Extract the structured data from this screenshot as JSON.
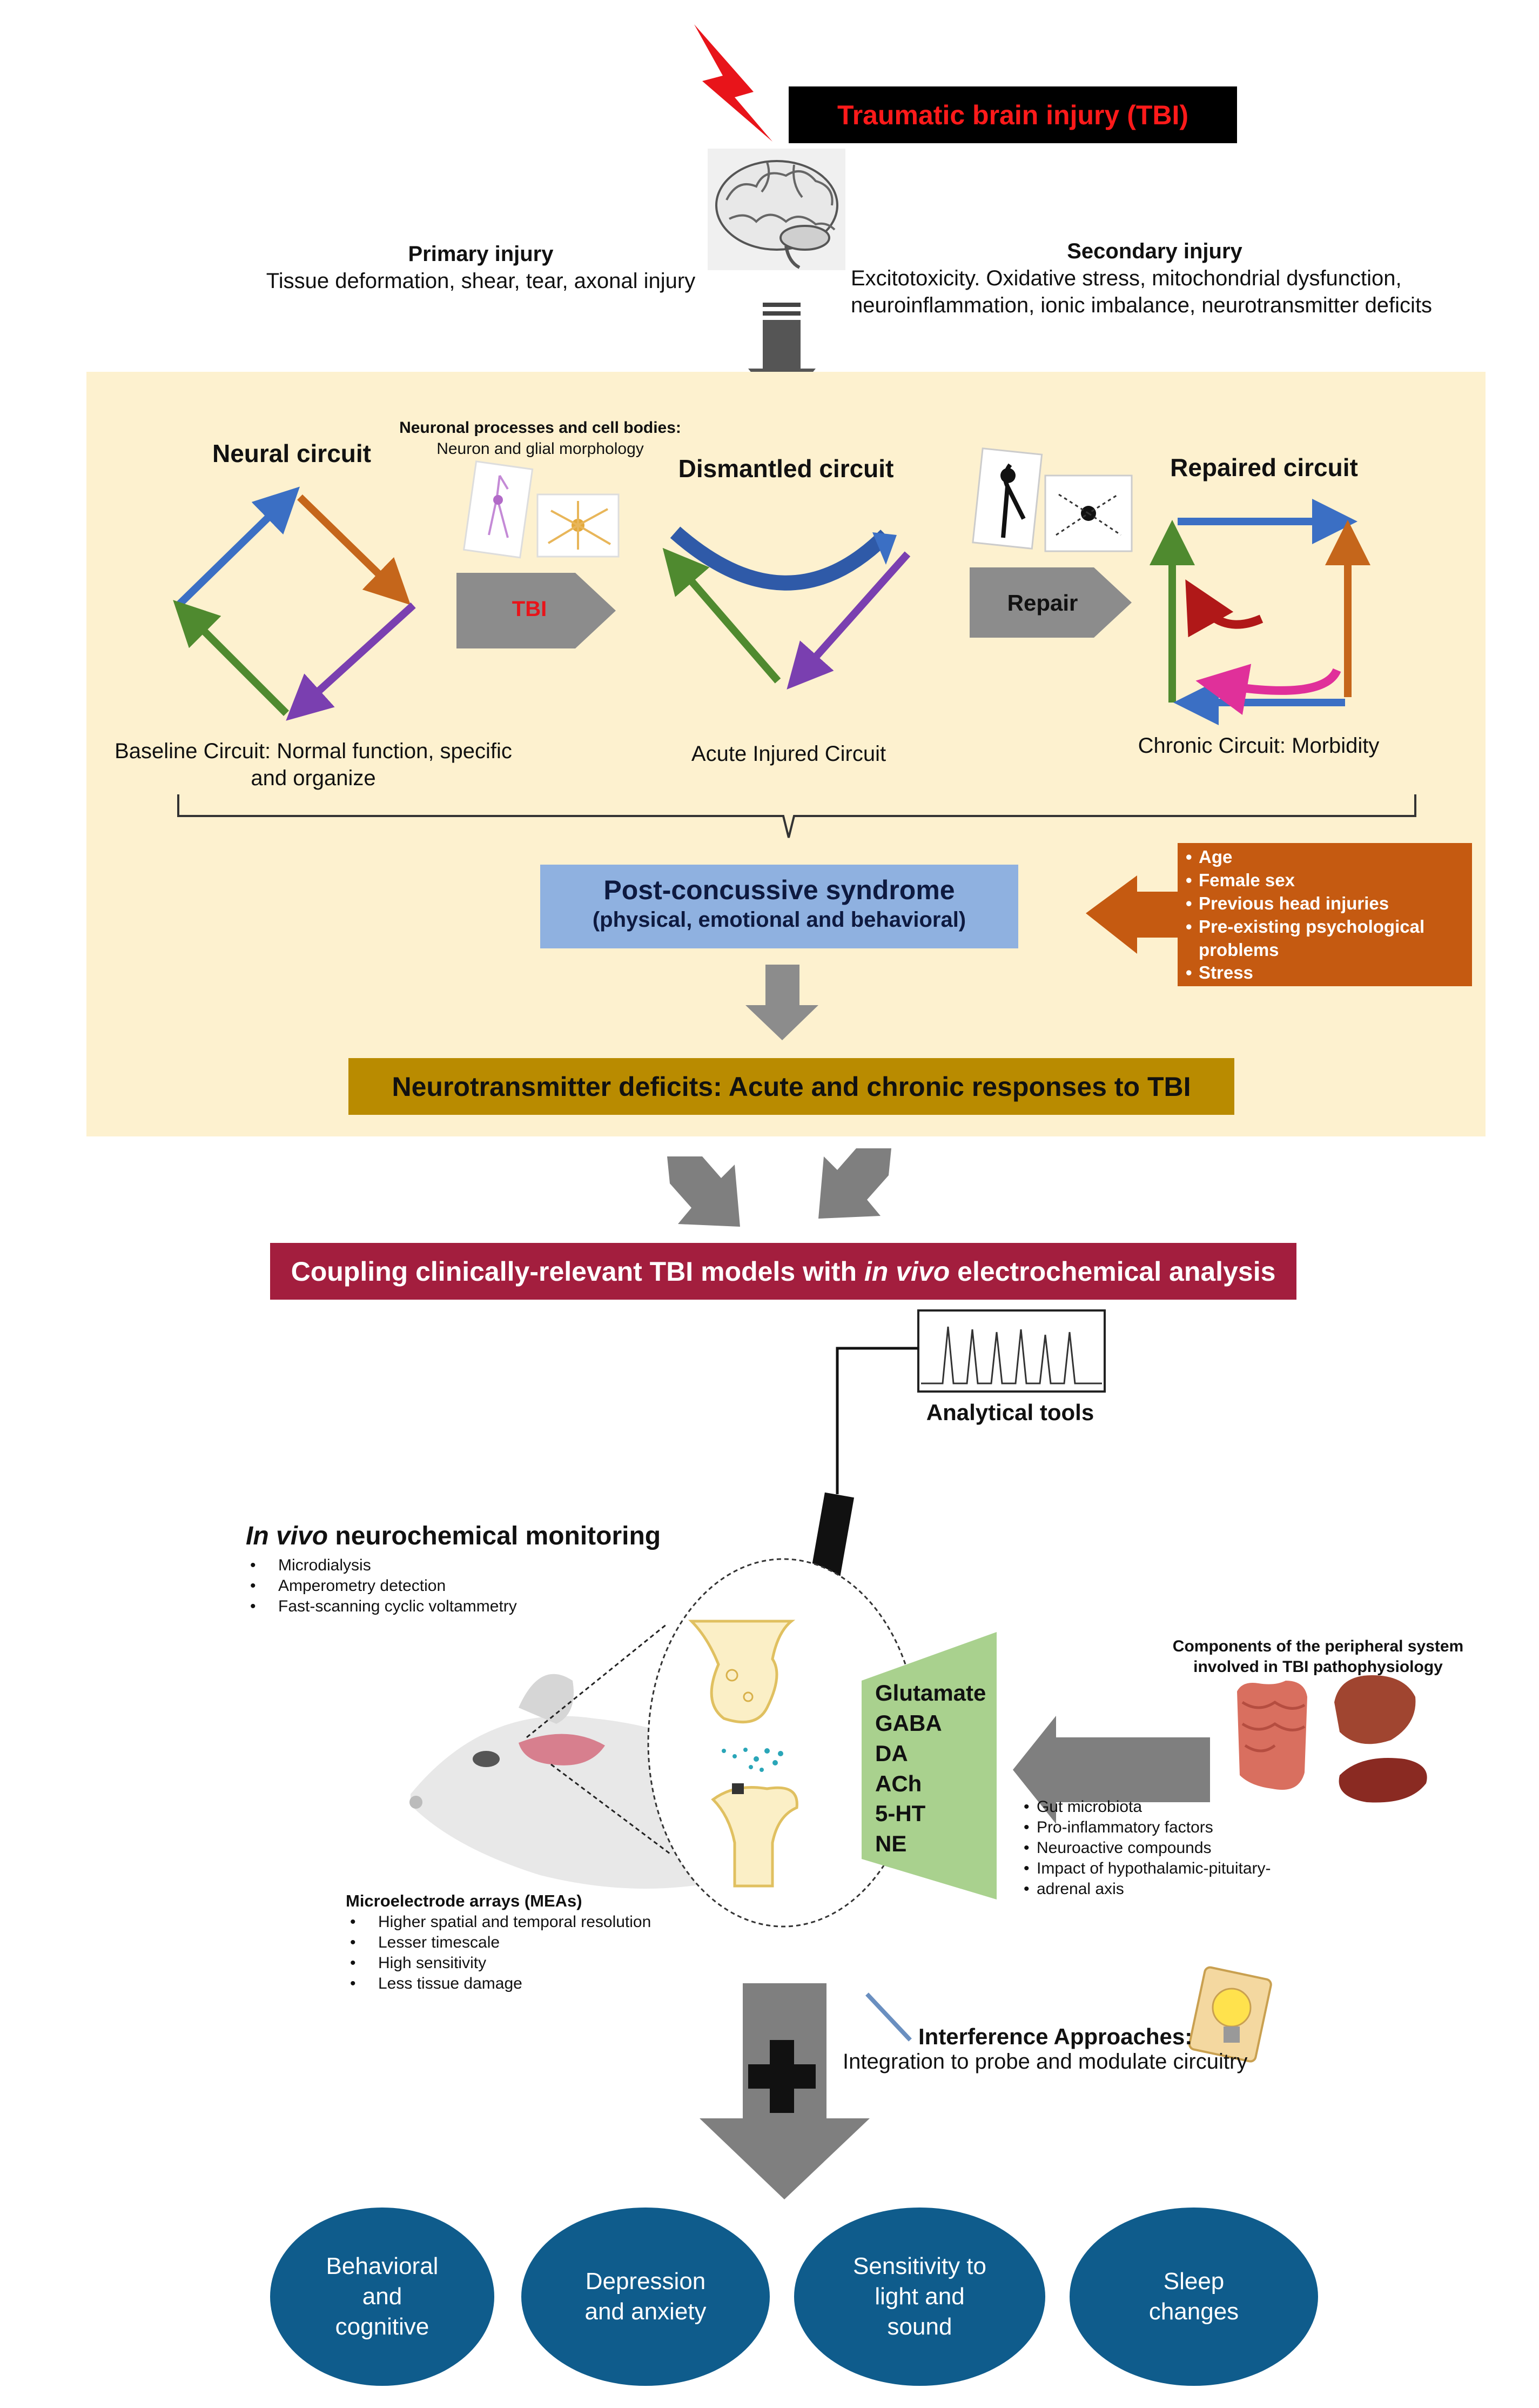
{
  "header": {
    "title": "Traumatic brain injury (TBI)",
    "primary_title": "Primary injury",
    "primary_text": "Tissue deformation, shear, tear, axonal injury",
    "secondary_title": "Secondary injury",
    "secondary_text_1": "Excitotoxicity. Oxidative stress, mitochondrial dysfunction,",
    "secondary_text_2": "neuroinflammation, ionic imbalance, neurotransmitter deficits"
  },
  "circuits": {
    "neural_title": "Neural circuit",
    "processes_title": "Neuronal processes and cell bodies:",
    "processes_sub": "Neuron and glial morphology",
    "dismantled_title": "Dismantled circuit",
    "repaired_title": "Repaired circuit",
    "tbi_arrow": "TBI",
    "repair_arrow": "Repair",
    "baseline_1": "Baseline Circuit: Normal function, specific",
    "baseline_2": "and organize",
    "acute": "Acute Injured Circuit",
    "chronic": "Chronic Circuit: Morbidity"
  },
  "syndrome": {
    "title": "Post-concussive syndrome",
    "subtitle": "(physical, emotional and behavioral)",
    "risk_factors": [
      "Age",
      "Female sex",
      "Previous head injuries",
      "Pre-existing psychological problems",
      "Stress"
    ]
  },
  "deficits": "Neurotransmitter deficits: Acute and chronic responses to TBI",
  "coupling": {
    "before": "Coupling clinically-relevant TBI models with ",
    "italic": "in vivo",
    "after": " electrochemical analysis"
  },
  "analytical": "Analytical tools",
  "monitoring": {
    "italic": "In vivo",
    "title_rest": " neurochemical monitoring",
    "items": [
      "Microdialysis",
      "Amperometry detection",
      "Fast-scanning cyclic voltammetry"
    ]
  },
  "neurotransmitters": [
    "Glutamate",
    "GABA",
    "DA",
    "ACh",
    "5-HT",
    "NE"
  ],
  "peripheral": {
    "title_1": "Components of the peripheral system",
    "title_2": "involved in TBI pathophysiology",
    "items": [
      "Gut microbiota",
      "Pro-inflammatory factors",
      "Neuroactive compounds",
      "Impact of hypothalamic-pituitary-",
      "adrenal axis"
    ]
  },
  "mea": {
    "title": "Microelectrode arrays (MEAs)",
    "items": [
      "Higher spatial and temporal resolution",
      "Lesser timescale",
      "High sensitivity",
      "Less tissue damage"
    ]
  },
  "interference": {
    "title": "Interference Approaches:",
    "text": "Integration to probe and modulate circuitry"
  },
  "outcomes": [
    [
      "Behavioral",
      "and",
      "cognitive"
    ],
    [
      "Depression",
      "and anxiety"
    ],
    [
      "Sensitivity to",
      "light and",
      "sound"
    ],
    [
      "Sleep",
      "changes"
    ]
  ],
  "colors": {
    "panel": "#fdf1cf",
    "title_box": "#000000",
    "title_text": "#ff1a1a",
    "syndrome_box": "#8fb1e0",
    "risk_box": "#c55a11",
    "deficits_box": "#b98b00",
    "coupling_box": "#a31e3e",
    "nt_box": "#a9d18e",
    "oval": "#0f5c8c",
    "arrow_grey": "#7f7f7f"
  }
}
